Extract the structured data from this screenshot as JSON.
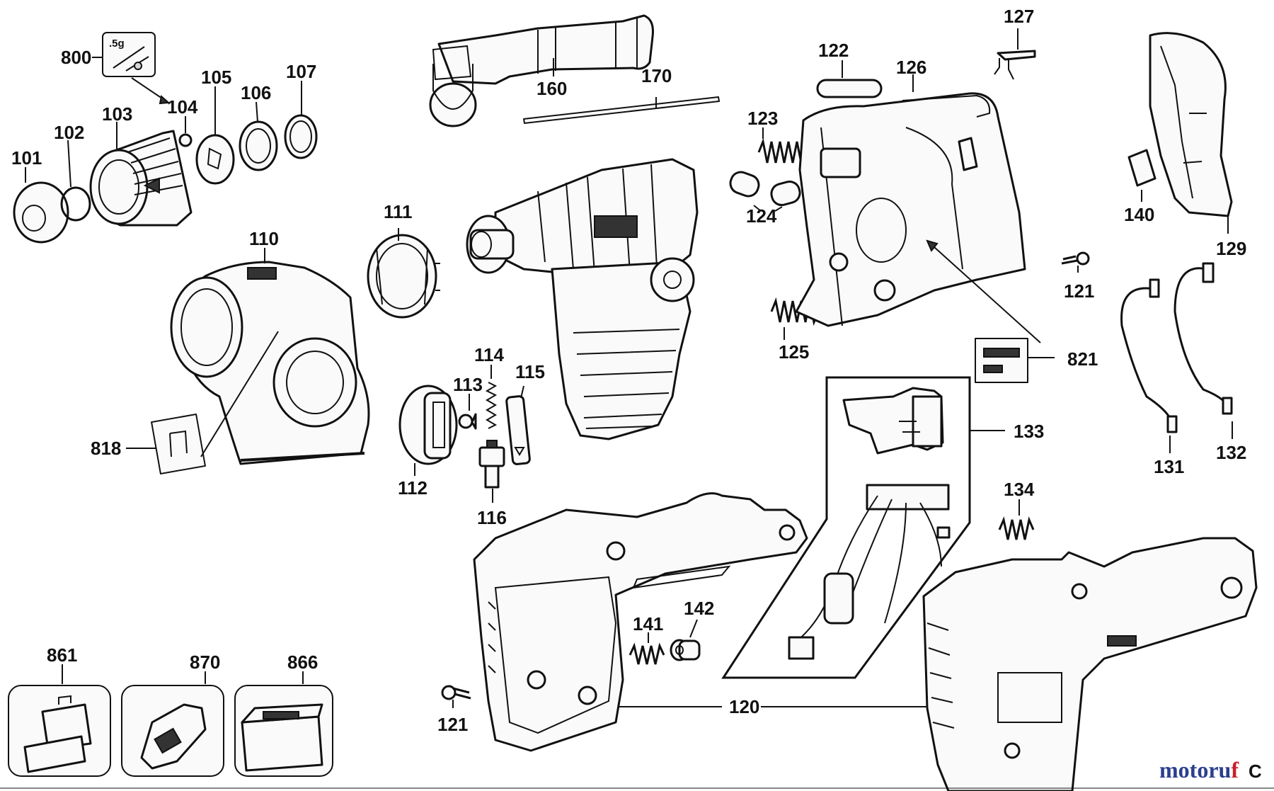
{
  "callouts": [
    "101",
    "102",
    "103",
    "104",
    "105",
    "106",
    "107",
    "800",
    "110",
    "111",
    "112",
    "113",
    "114",
    "115",
    "116",
    "160",
    "170",
    "122",
    "123",
    "124",
    "125",
    "126",
    "127",
    "129",
    "140",
    "121",
    "821",
    "131",
    "132",
    "133",
    "134",
    "120",
    "141",
    "142",
    "818",
    "861",
    "870",
    "866"
  ],
  "callout_121_bottom": "121",
  "callout_120_right": "120",
  "grease_label": ".5g",
  "watermark": {
    "main": "motoru",
    "accent": "f",
    "suffix": "C"
  }
}
